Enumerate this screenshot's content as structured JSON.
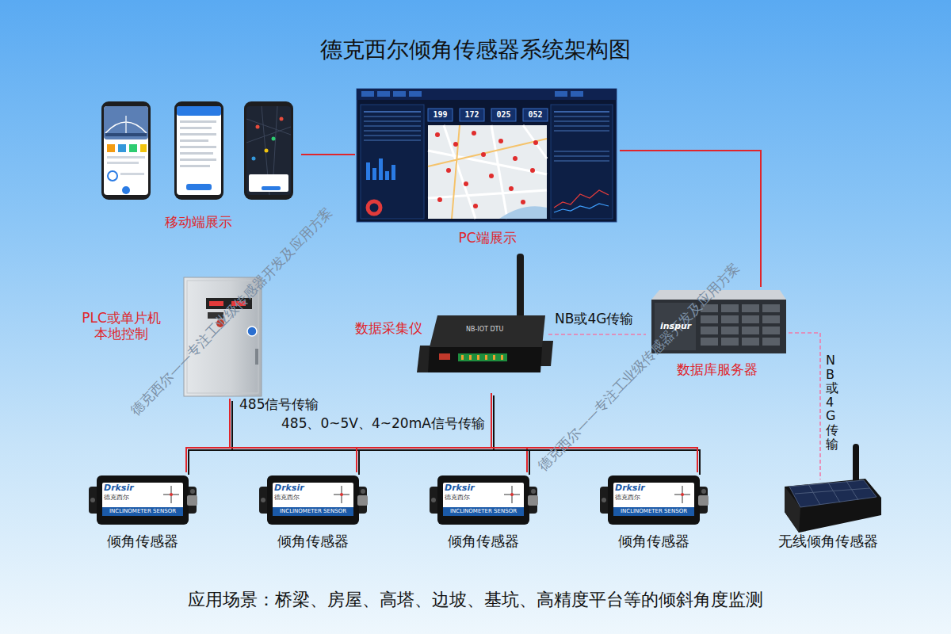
{
  "diagram": {
    "title": "德克西尔倾角传感器系统架构图",
    "caption": "应用场景：桥梁、房屋、高塔、边坡、基坑、高精度平台等的倾斜角度监测",
    "nodes": [
      {
        "text": [
          "移动端展示"
        ]
      },
      {
        "text": [
          "PC端展示"
        ]
      },
      {
        "text": [
          "PLC或单片机 本地控制"
        ]
      },
      {
        "text": [
          "数据采集仪"
        ]
      },
      {
        "text": [
          "数据库服务器"
        ]
      },
      {
        "text": [
          "倾角传感器"
        ]
      },
      {
        "text": [
          "倾角传感器"
        ]
      },
      {
        "text": [
          "倾角传感器"
        ]
      },
      {
        "text": [
          "倾角传感器"
        ]
      },
      {
        "text": [
          "无线倾角传感器"
        ]
      }
    ],
    "edges": [
      {
        "from": 0,
        "to": 1,
        "arrow": "none"
      },
      {
        "from": 1,
        "to": 4,
        "arrow": "none"
      },
      {
        "from": 3,
        "to": 4,
        "label": "NB或4G传输",
        "arrow": "none"
      },
      {
        "from": 4,
        "to": 9,
        "label": "NB或4G传输",
        "arrow": "none"
      },
      {
        "from": 2,
        "to": 5,
        "label": "485信号传输",
        "arrow": "none"
      },
      {
        "from": 2,
        "to": 6,
        "arrow": "none"
      },
      {
        "from": 2,
        "to": 7,
        "arrow": "none"
      },
      {
        "from": 2,
        "to": 8,
        "arrow": "none"
      },
      {
        "from": 3,
        "to": 5,
        "label": "485、0~5V、4~20mA信号传输",
        "arrow": "none"
      },
      {
        "from": 3,
        "to": 6,
        "arrow": "none"
      },
      {
        "from": 3,
        "to": 7,
        "arrow": "none"
      },
      {
        "from": 3,
        "to": 8,
        "arrow": "none"
      }
    ],
    "labels": [
      "德克西尔——专注工业级传感器开发及应用方案",
      "德克西尔——专注工业级传感器开发及应用方案",
      "199",
      "172",
      "025",
      "052",
      "NB-IOT DTU",
      "inspur",
      "Drksir",
      "德克西尔",
      "INCLINOMETER SENSOR",
      "Drksir",
      "德克西尔",
      "INCLINOMETER SENSOR",
      "Drksir",
      "德克西尔",
      "INCLINOMETER SENSOR",
      "Drksir",
      "德克西尔",
      "INCLINOMETER SENSOR"
    ]
  }
}
